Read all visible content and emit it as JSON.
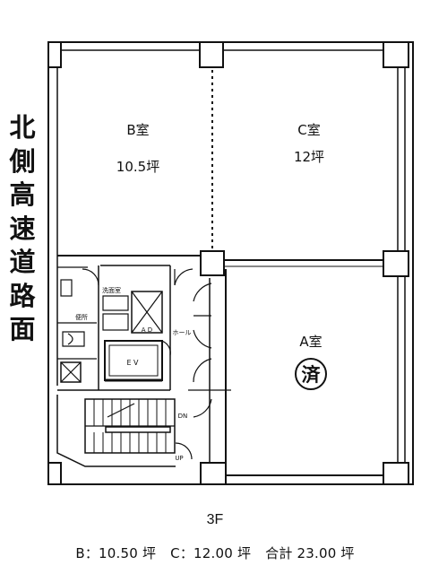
{
  "side_label": [
    "北",
    "側",
    "高",
    "速",
    "道",
    "路",
    "面"
  ],
  "rooms": {
    "b": {
      "name": "B室",
      "area": "10.5坪"
    },
    "c": {
      "name": "C室",
      "area": "12坪"
    },
    "a": {
      "name": "A室",
      "status": "済"
    }
  },
  "core": {
    "washroom": "洗面室",
    "toilet": "便所",
    "ad": "A D",
    "ev": "E V",
    "hall": "ホール",
    "down": "DN",
    "up": "UP"
  },
  "floor_label": "3F",
  "summary": {
    "b": "B：10.50 坪",
    "c": "C：12.00 坪",
    "total": "合計 23.00 坪"
  },
  "colors": {
    "line": "#111111",
    "background": "#ffffff"
  }
}
